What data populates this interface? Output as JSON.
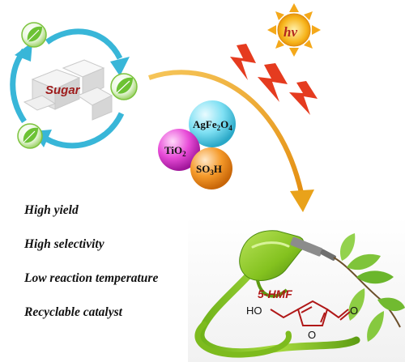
{
  "sugar": {
    "label": "Sugar"
  },
  "light": {
    "label": "hv"
  },
  "catalyst": {
    "top": {
      "main": "AgFe",
      "s1": "2",
      "mid": "O",
      "s2": "4"
    },
    "left": {
      "main": "TiO",
      "s1": "2"
    },
    "right": {
      "main": "SO",
      "s1": "3",
      "tail": "H"
    }
  },
  "product": {
    "label": "5-HMF",
    "ho": "HO",
    "ring_o": "O",
    "aldehyde_o": "O"
  },
  "properties": [
    "High yield",
    "High selectivity",
    "Low reaction temperature",
    "Recyclable catalyst"
  ],
  "colors": {
    "cycle_arrow": "#38b6d8",
    "leaf_green": "#6cc234",
    "curved_arrow": "#e9a21a",
    "lightning": "#e53b1f",
    "sun": "#f7b51c",
    "sphere_cyan": "#7fe0f3",
    "sphere_magenta": "#e84cd8",
    "sphere_orange": "#f59a2a",
    "hmf_red": "#b01818",
    "pump_green": "#84c21f"
  }
}
